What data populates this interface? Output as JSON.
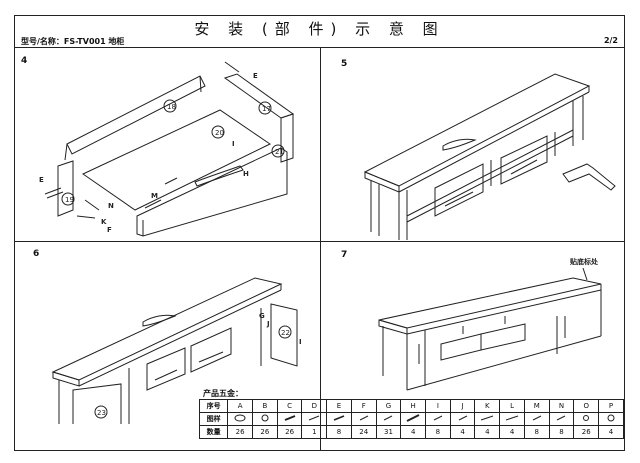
{
  "header": {
    "title": "安 装 (部 件) 示 意 图",
    "model_label": "型号/名称：FS-TV001 地柜",
    "page": "2/2"
  },
  "steps": [
    {
      "number": "4",
      "labels": [
        "E",
        "18",
        "17",
        "20",
        "I",
        "21",
        "H",
        "E",
        "M",
        "19",
        "N",
        "K",
        "F"
      ]
    },
    {
      "number": "5"
    },
    {
      "number": "6",
      "labels": [
        "G",
        "J",
        "22",
        "I",
        "23"
      ]
    },
    {
      "number": "7",
      "callout": "贴底标处"
    }
  ],
  "hardware": {
    "title": "产品五金：",
    "row_labels": [
      "序号",
      "图样",
      "数量"
    ],
    "columns": [
      "A",
      "B",
      "C",
      "D",
      "E",
      "F",
      "G",
      "H",
      "I",
      "J",
      "K",
      "L",
      "M",
      "N",
      "O",
      "P"
    ],
    "quantities": [
      "26",
      "26",
      "26",
      "1",
      "8",
      "24",
      "31",
      "4",
      "8",
      "4",
      "4",
      "4",
      "8",
      "8",
      "26",
      "4"
    ]
  }
}
